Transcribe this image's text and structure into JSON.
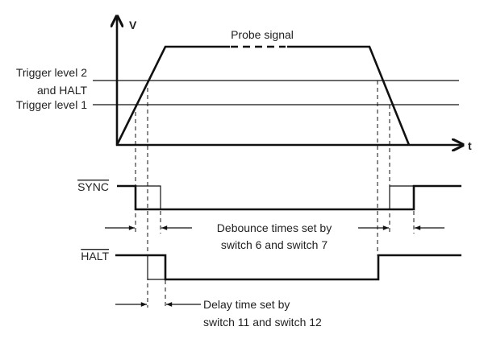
{
  "axes": {
    "y_label": "V",
    "x_label": "t"
  },
  "probe_label": "Probe signal",
  "levels": {
    "level2_line1": "Trigger level 2",
    "level2_line2": "and HALT",
    "level1": "Trigger level 1"
  },
  "signals": {
    "sync": "SYNC",
    "halt": "HALT"
  },
  "annotations": {
    "debounce_line1": "Debounce times set by",
    "debounce_line2": "switch 6 and switch 7",
    "delay_line1": "Delay time set by",
    "delay_line2": "switch 11 and switch 12"
  }
}
